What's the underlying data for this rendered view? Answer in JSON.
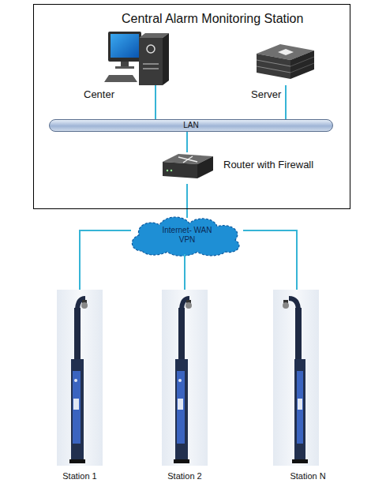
{
  "diagram": {
    "nodes": [
      {
        "text": [
          "Central Alarm Monitoring Station"
        ]
      },
      {
        "text": [
          "Center"
        ],
        "in": 0
      },
      {
        "text": [
          "Server"
        ],
        "in": 0
      },
      {
        "text": [
          "LAN"
        ],
        "in": 0
      },
      {
        "text": [
          "Router with Firewall"
        ],
        "in": 0
      },
      {
        "text": [
          "Internet- WAN VPN"
        ]
      },
      {
        "text": [
          "Station 1"
        ]
      },
      {
        "text": [
          "Station 2"
        ]
      },
      {
        "text": [
          "Station N"
        ]
      }
    ],
    "edges": [
      {
        "from": 1,
        "to": 3,
        "arrow": "none"
      },
      {
        "from": 2,
        "to": 3,
        "arrow": "none"
      },
      {
        "from": 3,
        "to": 4,
        "arrow": "none"
      },
      {
        "from": 4,
        "to": 5,
        "arrow": "none"
      },
      {
        "from": 5,
        "to": 6,
        "arrow": "none"
      },
      {
        "from": 5,
        "to": 7,
        "arrow": "none"
      },
      {
        "from": 5,
        "to": 8,
        "arrow": "none"
      }
    ]
  }
}
